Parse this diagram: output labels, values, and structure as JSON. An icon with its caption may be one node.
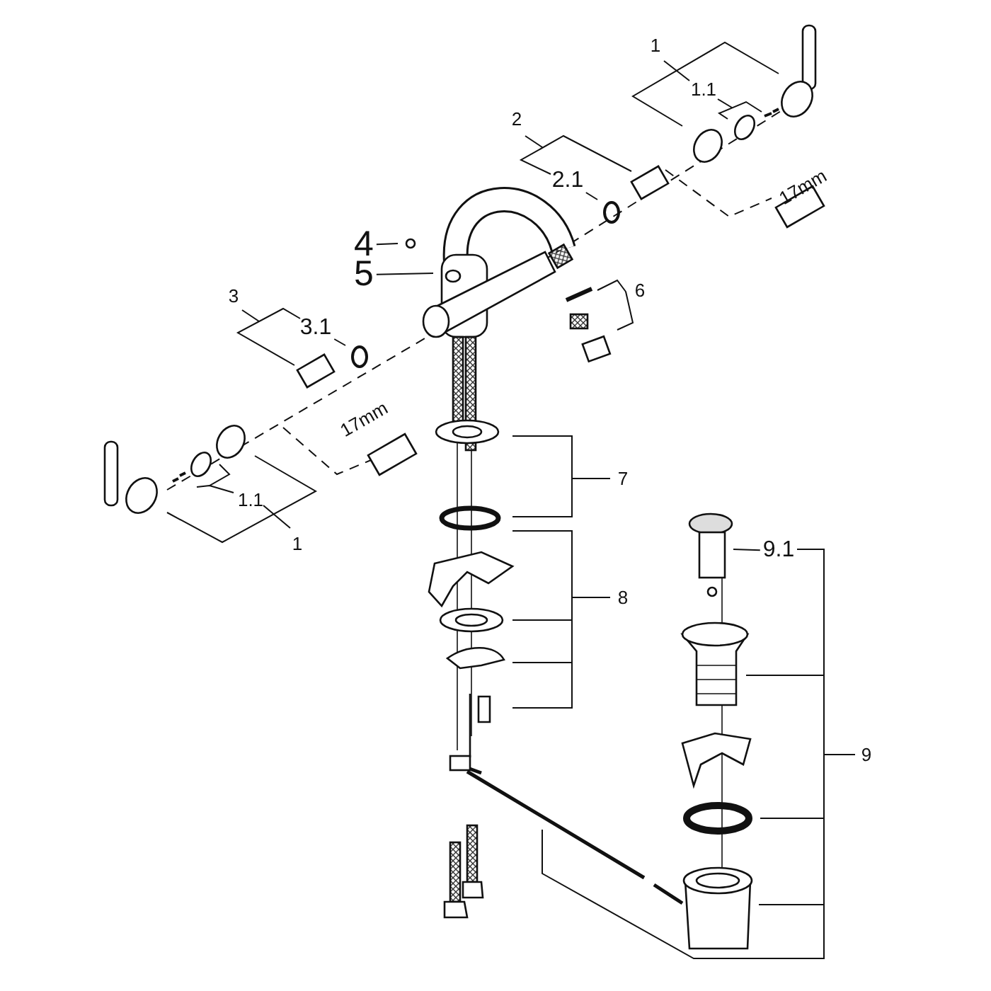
{
  "diagram": {
    "nodes": [
      {
        "text": [
          "2.1"
        ]
      },
      {
        "text": [
          "4"
        ]
      },
      {
        "text": [
          "5"
        ]
      },
      {
        "text": [
          "3.1"
        ]
      },
      {
        "text": [
          "9.1"
        ]
      }
    ],
    "edges": [
      {
        "from": 0,
        "to": null,
        "arrow": "none"
      },
      {
        "from": 1,
        "to": null,
        "arrow": "none"
      },
      {
        "from": 2,
        "to": null,
        "arrow": "none"
      },
      {
        "from": 3,
        "to": null,
        "arrow": "none"
      },
      {
        "from": 4,
        "to": null,
        "arrow": "none"
      }
    ],
    "labels": [
      "1",
      "1.1",
      "2",
      "17mm",
      "6",
      "3",
      "17mm",
      "7",
      "1.1",
      "1",
      "8",
      "9"
    ]
  }
}
